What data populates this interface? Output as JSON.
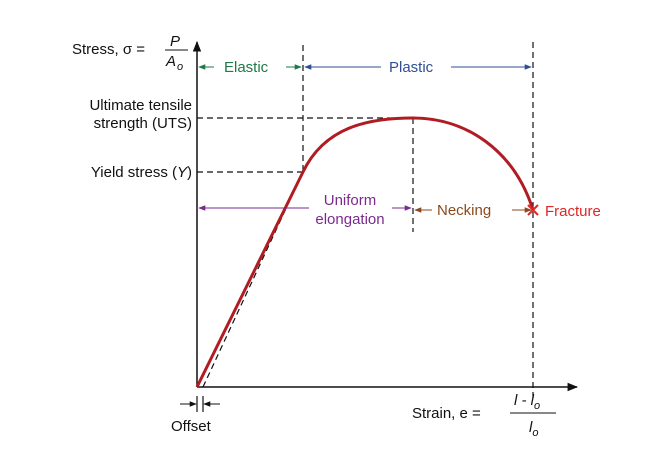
{
  "y_axis": {
    "label_prefix": "Stress, σ =",
    "numerator": "P",
    "denominator_base": "A",
    "denominator_sub": "o"
  },
  "x_axis": {
    "label_prefix": "Strain, e =",
    "numerator": "l - l",
    "numerator_sub": "o",
    "denominator_base": "l",
    "denominator_sub": "o"
  },
  "regions": {
    "elastic": "Elastic",
    "plastic": "Plastic",
    "uniform_line1": "Uniform",
    "uniform_line2": "elongation",
    "necking": "Necking",
    "fracture": "Fracture"
  },
  "labels": {
    "uts_line1": "Ultimate tensile",
    "uts_line2": "strength (UTS)",
    "yield_prefix": "Yield stress (",
    "yield_symbol": "Y",
    "yield_suffix": ")",
    "offset": "Offset"
  },
  "colors": {
    "curve": "#b01c22",
    "elastic": "#1f7a4a",
    "plastic": "#2e4f96",
    "uniform": "#7b2a8e",
    "necking": "#8b4a1c",
    "fracture": "#e02626",
    "axis": "#111111"
  }
}
